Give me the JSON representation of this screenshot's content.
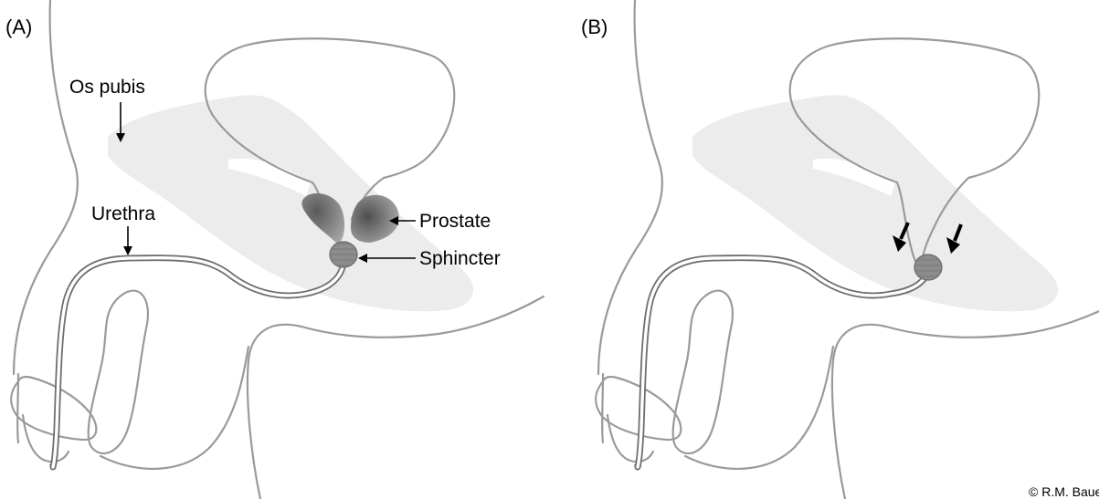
{
  "panels": [
    {
      "id": "A",
      "label": "(A)",
      "labels": {
        "os_pubis": "Os pubis",
        "urethra": "Urethra",
        "prostate": "Prostate",
        "sphincter": "Sphincter"
      }
    },
    {
      "id": "B",
      "label": "(B)"
    }
  ],
  "copyright": "© R.M. Baue",
  "colors": {
    "outline": "#9a9a9a",
    "urethra": "#6f6f6f",
    "bone": "#ececec",
    "prostate": "#6e6e6e",
    "sphincter": "#8a8a8a",
    "arrow": "#000000"
  }
}
